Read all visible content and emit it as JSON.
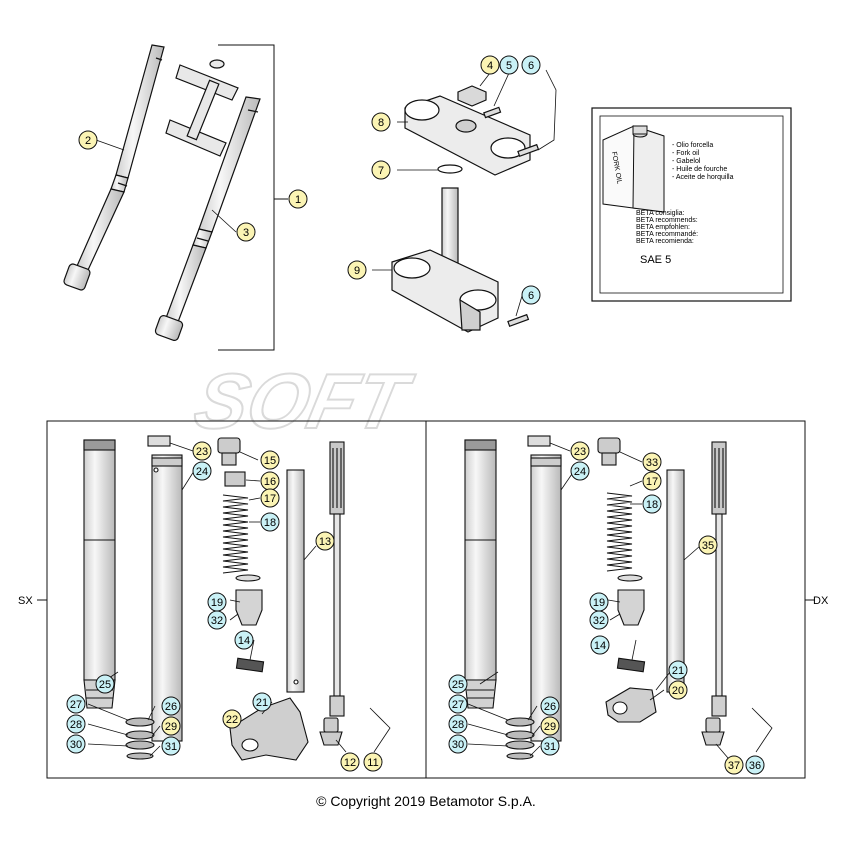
{
  "colors": {
    "yellow_badge": "#fbf4b4",
    "cyan_badge": "#c9f1f6",
    "line": "#111111",
    "part_fill": "#f4f4f4",
    "part_shade": "#bdbdbd",
    "watermark": "#d9d9d9"
  },
  "watermark": "SOFT",
  "copyright": "© Copyright 2019 Betamotor S.p.A.",
  "side_labels": {
    "left": "SX",
    "right": "DX"
  },
  "oil_box": {
    "bottle_label": "FORK OIL",
    "oil_names": [
      "- Olio forcella",
      "- Fork oil",
      "- Gabelol",
      "- Huile de fourche",
      "- Aceite de horquilla"
    ],
    "recommendations": [
      "BETA consiglia:",
      "BETA recommends:",
      "BETA empfohlen:",
      "BETA recommandé:",
      "BETA recomienda:"
    ],
    "grade": "SAE 5"
  },
  "callouts": [
    {
      "n": "1",
      "style": "yellow"
    },
    {
      "n": "2",
      "style": "yellow"
    },
    {
      "n": "3",
      "style": "yellow"
    },
    {
      "n": "4",
      "style": "yellow"
    },
    {
      "n": "5",
      "style": "cyan"
    },
    {
      "n": "6",
      "style": "cyan"
    },
    {
      "n": "8",
      "style": "yellow"
    },
    {
      "n": "7",
      "style": "yellow"
    },
    {
      "n": "9",
      "style": "yellow"
    },
    {
      "n": "6",
      "style": "cyan"
    },
    {
      "n": "23",
      "style": "yellow"
    },
    {
      "n": "24",
      "style": "cyan"
    },
    {
      "n": "15",
      "style": "yellow"
    },
    {
      "n": "16",
      "style": "yellow"
    },
    {
      "n": "17",
      "style": "yellow"
    },
    {
      "n": "18",
      "style": "cyan"
    },
    {
      "n": "13",
      "style": "yellow"
    },
    {
      "n": "19",
      "style": "cyan"
    },
    {
      "n": "32",
      "style": "cyan"
    },
    {
      "n": "14",
      "style": "cyan"
    },
    {
      "n": "25",
      "style": "cyan"
    },
    {
      "n": "27",
      "style": "cyan"
    },
    {
      "n": "26",
      "style": "cyan"
    },
    {
      "n": "28",
      "style": "cyan"
    },
    {
      "n": "29",
      "style": "yellow"
    },
    {
      "n": "30",
      "style": "cyan"
    },
    {
      "n": "31",
      "style": "cyan"
    },
    {
      "n": "21",
      "style": "cyan"
    },
    {
      "n": "22",
      "style": "yellow"
    },
    {
      "n": "12",
      "style": "yellow"
    },
    {
      "n": "11",
      "style": "yellow"
    },
    {
      "n": "23",
      "style": "yellow"
    },
    {
      "n": "24",
      "style": "cyan"
    },
    {
      "n": "33",
      "style": "yellow"
    },
    {
      "n": "17",
      "style": "yellow"
    },
    {
      "n": "18",
      "style": "cyan"
    },
    {
      "n": "35",
      "style": "yellow"
    },
    {
      "n": "19",
      "style": "cyan"
    },
    {
      "n": "32",
      "style": "cyan"
    },
    {
      "n": "14",
      "style": "cyan"
    },
    {
      "n": "21",
      "style": "cyan"
    },
    {
      "n": "20",
      "style": "yellow"
    },
    {
      "n": "25",
      "style": "cyan"
    },
    {
      "n": "27",
      "style": "cyan"
    },
    {
      "n": "26",
      "style": "cyan"
    },
    {
      "n": "28",
      "style": "cyan"
    },
    {
      "n": "29",
      "style": "yellow"
    },
    {
      "n": "30",
      "style": "cyan"
    },
    {
      "n": "31",
      "style": "cyan"
    },
    {
      "n": "37",
      "style": "yellow"
    },
    {
      "n": "36",
      "style": "cyan"
    }
  ]
}
